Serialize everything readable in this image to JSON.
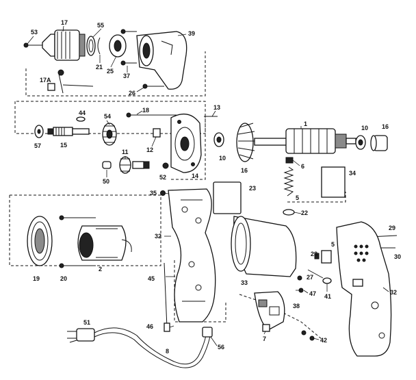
{
  "diagram": {
    "parts": [
      {
        "id": "chuck-key",
        "label": "53"
      },
      {
        "id": "chuck",
        "label": "17"
      },
      {
        "id": "chuck-ring",
        "label": "55"
      },
      {
        "id": "retaining-ring",
        "label": "21"
      },
      {
        "id": "bearing-front",
        "label": "25"
      },
      {
        "id": "screw-top",
        "label": "37"
      },
      {
        "id": "gear-case",
        "label": "39"
      },
      {
        "id": "chuck-key-holder",
        "label": "17A"
      },
      {
        "id": "screw-gear-case",
        "label": "26"
      },
      {
        "id": "spindle-washer",
        "label": "44"
      },
      {
        "id": "thrust-washer",
        "label": "57"
      },
      {
        "id": "spindle",
        "label": "15"
      },
      {
        "id": "intermediate-gear",
        "label": "54"
      },
      {
        "id": "screw-long",
        "label": "18"
      },
      {
        "id": "bearing-small",
        "label": "12"
      },
      {
        "id": "clutch-gear",
        "label": "11"
      },
      {
        "id": "end-cap",
        "label": "50"
      },
      {
        "id": "plate-screw",
        "label": "52"
      },
      {
        "id": "bearing-plate",
        "label": "14"
      },
      {
        "id": "key-pin",
        "label": "13"
      },
      {
        "id": "bearing-mid",
        "label": "10"
      },
      {
        "id": "fan",
        "label": "16"
      },
      {
        "id": "armature",
        "label": "1"
      },
      {
        "id": "bearing-rear",
        "label": "10"
      },
      {
        "id": "bearing-cap",
        "label": "16"
      },
      {
        "id": "brush",
        "label": "6"
      },
      {
        "id": "brush-spring",
        "label": "5"
      },
      {
        "id": "label-plate",
        "label": "34"
      },
      {
        "id": "nameplate",
        "label": "23"
      },
      {
        "id": "screw-35",
        "label": "35"
      },
      {
        "id": "washer-22",
        "label": "22"
      },
      {
        "id": "screw-29",
        "label": "29"
      },
      {
        "id": "screw-30",
        "label": "30"
      },
      {
        "id": "handle-left",
        "label": "32"
      },
      {
        "id": "baffle",
        "label": "19"
      },
      {
        "id": "field",
        "label": "2"
      },
      {
        "id": "field-screw",
        "label": "20"
      },
      {
        "id": "motor-housing",
        "label": "33"
      },
      {
        "id": "brush-holder",
        "label": "5"
      },
      {
        "id": "terminal",
        "label": "28"
      },
      {
        "id": "screw-27",
        "label": "27"
      },
      {
        "id": "screw-47",
        "label": "47"
      },
      {
        "id": "screw-41",
        "label": "41"
      },
      {
        "id": "handle-right",
        "label": "32"
      },
      {
        "id": "lock-rod",
        "label": "45"
      },
      {
        "id": "switch",
        "label": "38"
      },
      {
        "id": "switch-button",
        "label": "7"
      },
      {
        "id": "screws-42",
        "label": "42"
      },
      {
        "id": "cord-protector",
        "label": "46"
      },
      {
        "id": "plug",
        "label": "51"
      },
      {
        "id": "cord",
        "label": "8"
      },
      {
        "id": "cord-clamp",
        "label": "56"
      }
    ]
  }
}
